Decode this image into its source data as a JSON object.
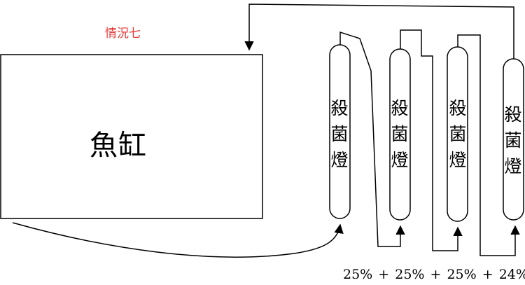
{
  "scenario": {
    "label": "情況七",
    "color": "#e53935"
  },
  "tank": {
    "label": "魚缸"
  },
  "lamps": [
    {
      "chars": [
        "殺",
        "菌",
        "燈"
      ]
    },
    {
      "chars": [
        "殺",
        "菌",
        "燈"
      ]
    },
    {
      "chars": [
        "殺",
        "菌",
        "燈"
      ]
    },
    {
      "chars": [
        "殺",
        "菌",
        "燈"
      ]
    }
  ],
  "formula": "25% + 25% + 25% + 24%",
  "line_color": "#000000"
}
